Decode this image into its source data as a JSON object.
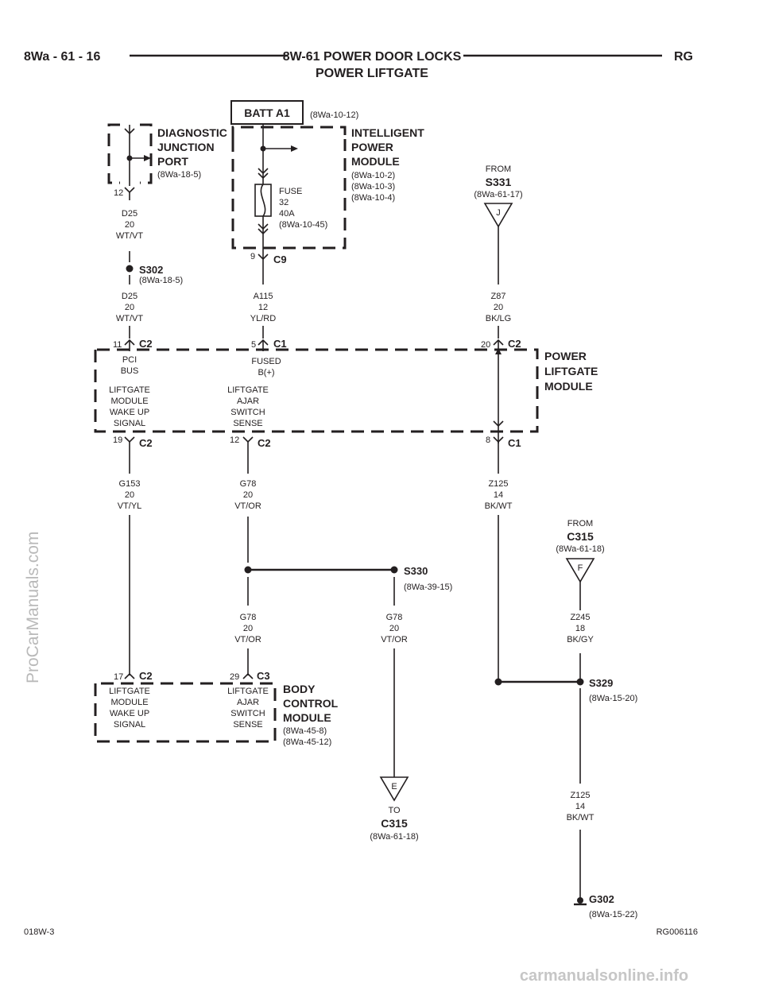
{
  "header": {
    "page_ref": "8Wa - 61 - 16",
    "title_line1": "8W-61 POWER DOOR LOCKS",
    "title_line2": "POWER LIFTGATE",
    "model": "RG"
  },
  "footer": {
    "left_code": "018W-3",
    "right_code": "RG006116"
  },
  "watermarks": {
    "side": "ProCarManuals.com",
    "bottom": "carmanualsonline.info"
  },
  "batt": {
    "label": "BATT A1",
    "ref": "(8Wa-10-12)"
  },
  "djp": {
    "line1": "DIAGNOSTIC",
    "line2": "JUNCTION",
    "line3": "PORT",
    "ref": "(8Wa-18-5)",
    "pin": "12"
  },
  "ipm": {
    "line1": "INTELLIGENT",
    "line2": "POWER",
    "line3": "MODULE",
    "ref1": "(8Wa-10-2)",
    "ref2": "(8Wa-10-3)",
    "ref3": "(8Wa-10-4)",
    "fuse_label": "FUSE",
    "fuse_num": "32",
    "fuse_amp": "40A",
    "fuse_ref": "(8Wa-10-45)",
    "pin": "9",
    "connector": "C9"
  },
  "s331": {
    "from": "FROM",
    "name": "S331",
    "ref": "(8Wa-61-17)",
    "letter": "J"
  },
  "wires": {
    "d25a": {
      "code": "D25",
      "gauge": "20",
      "color": "WT/VT"
    },
    "d25b": {
      "code": "D25",
      "gauge": "20",
      "color": "WT/VT"
    },
    "a115": {
      "code": "A115",
      "gauge": "12",
      "color": "YL/RD"
    },
    "z87": {
      "code": "Z87",
      "gauge": "20",
      "color": "BK/LG"
    },
    "g153": {
      "code": "G153",
      "gauge": "20",
      "color": "VT/YL"
    },
    "g78a": {
      "code": "G78",
      "gauge": "20",
      "color": "VT/OR"
    },
    "z125a": {
      "code": "Z125",
      "gauge": "14",
      "color": "BK/WT"
    },
    "g78b": {
      "code": "G78",
      "gauge": "20",
      "color": "VT/OR"
    },
    "g78c": {
      "code": "G78",
      "gauge": "20",
      "color": "VT/OR"
    },
    "z245": {
      "code": "Z245",
      "gauge": "18",
      "color": "BK/GY"
    },
    "z125b": {
      "code": "Z125",
      "gauge": "14",
      "color": "BK/WT"
    }
  },
  "s302": {
    "name": "S302",
    "ref": "(8Wa-18-5)"
  },
  "plm": {
    "line1": "POWER",
    "line2": "LIFTGATE",
    "line3": "MODULE",
    "pin_pci": "11",
    "conn_pci": "C2",
    "pci1": "PCI",
    "pci2": "BUS",
    "pin_fused": "5",
    "conn_fused": "C1",
    "fused1": "FUSED",
    "fused2": "B(+)",
    "pin_z87": "20",
    "conn_z87": "C2",
    "wake1": "LIFTGATE",
    "wake2": "MODULE",
    "wake3": "WAKE UP",
    "wake4": "SIGNAL",
    "ajar1": "LIFTGATE",
    "ajar2": "AJAR",
    "ajar3": "SWITCH",
    "ajar4": "SENSE",
    "pin_g153": "19",
    "conn_g153": "C2",
    "pin_g78": "12",
    "conn_g78": "C2",
    "pin_z125": "8",
    "conn_z125": "C1"
  },
  "c315_from": {
    "from": "FROM",
    "name": "C315",
    "ref": "(8Wa-61-18)",
    "letter": "F"
  },
  "s330": {
    "name": "S330",
    "ref": "(8Wa-39-15)"
  },
  "s329": {
    "name": "S329",
    "ref": "(8Wa-15-20)"
  },
  "bcm": {
    "line1": "BODY",
    "line2": "CONTROL",
    "line3": "MODULE",
    "ref1": "(8Wa-45-8)",
    "ref2": "(8Wa-45-12)",
    "pin_wake": "17",
    "conn_wake": "C2",
    "pin_ajar": "29",
    "conn_ajar": "C3",
    "wake1": "LIFTGATE",
    "wake2": "MODULE",
    "wake3": "WAKE UP",
    "wake4": "SIGNAL",
    "ajar1": "LIFTGATE",
    "ajar2": "AJAR",
    "ajar3": "SWITCH",
    "ajar4": "SENSE"
  },
  "c315_to": {
    "to": "TO",
    "name": "C315",
    "ref": "(8Wa-61-18)",
    "letter": "E"
  },
  "g302": {
    "name": "G302",
    "ref": "(8Wa-15-22)"
  }
}
